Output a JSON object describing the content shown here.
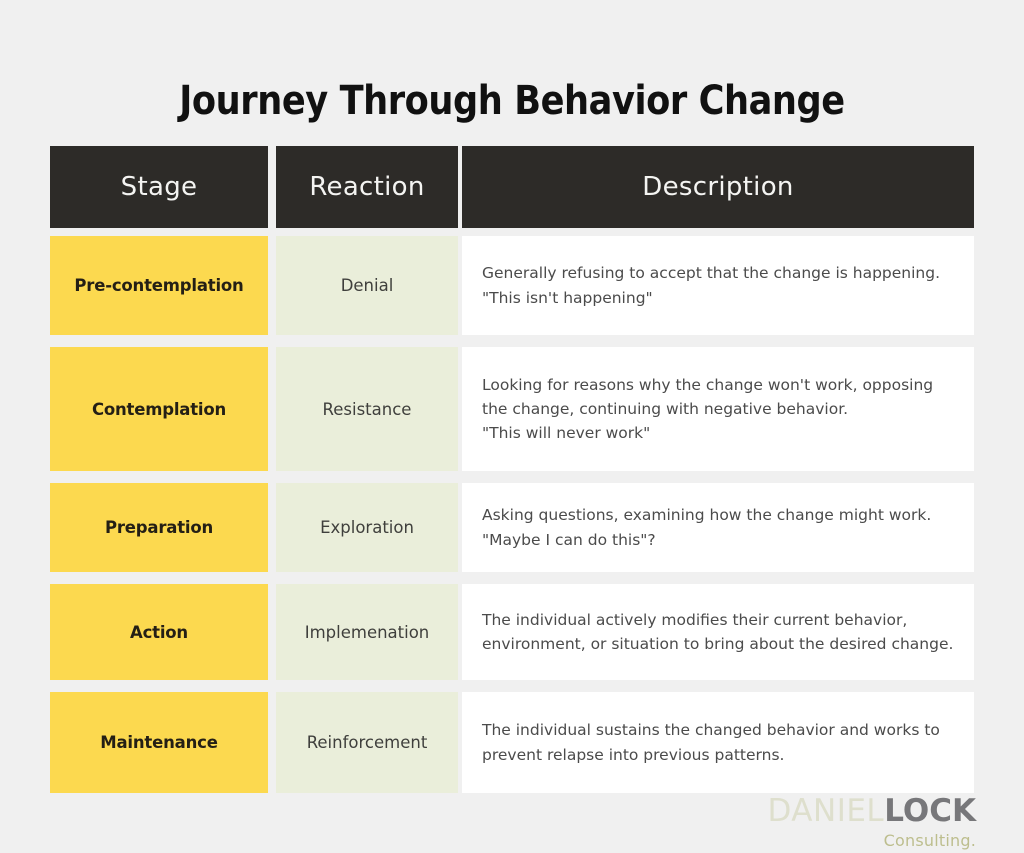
{
  "page": {
    "background_color": "#f0f0f0",
    "title": "Journey Through Behavior Change"
  },
  "table": {
    "columns": [
      {
        "key": "stage",
        "label": "Stage"
      },
      {
        "key": "reaction",
        "label": "Reaction"
      },
      {
        "key": "description",
        "label": "Description"
      }
    ],
    "header_background": "#2d2b28",
    "header_text_color": "#f4f4f2",
    "stage_cell_color": "#fcd94f",
    "reaction_cell_color": "#eaeeda",
    "description_cell_color": "#ffffff",
    "rows": [
      {
        "stage": "Pre-contemplation",
        "reaction": "Denial",
        "description": "Generally refusing to accept that the change is happening.\n\"This isn't happening\""
      },
      {
        "stage": "Contemplation",
        "reaction": "Resistance",
        "description": "Looking for reasons why the change won't work, opposing the change, continuing with negative behavior.\n\"This will never work\""
      },
      {
        "stage": "Preparation",
        "reaction": "Exploration",
        "description": "Asking questions, examining how the change might work.\n\"Maybe I can do this\"?"
      },
      {
        "stage": "Action",
        "reaction": "Implemenation",
        "description": "The individual actively modifies their current behavior, environment, or situation to bring about the desired change."
      },
      {
        "stage": "Maintenance",
        "reaction": "Reinforcement",
        "description": "The individual sustains the changed behavior and works to prevent relapse into previous patterns."
      }
    ]
  },
  "logo": {
    "name_light": "DANIEL",
    "name_bold": "LOCK",
    "tagline": "Consulting.",
    "color_light": "#dedfcd",
    "color_bold": "#77777a",
    "color_tagline": "#bdbe8e"
  }
}
